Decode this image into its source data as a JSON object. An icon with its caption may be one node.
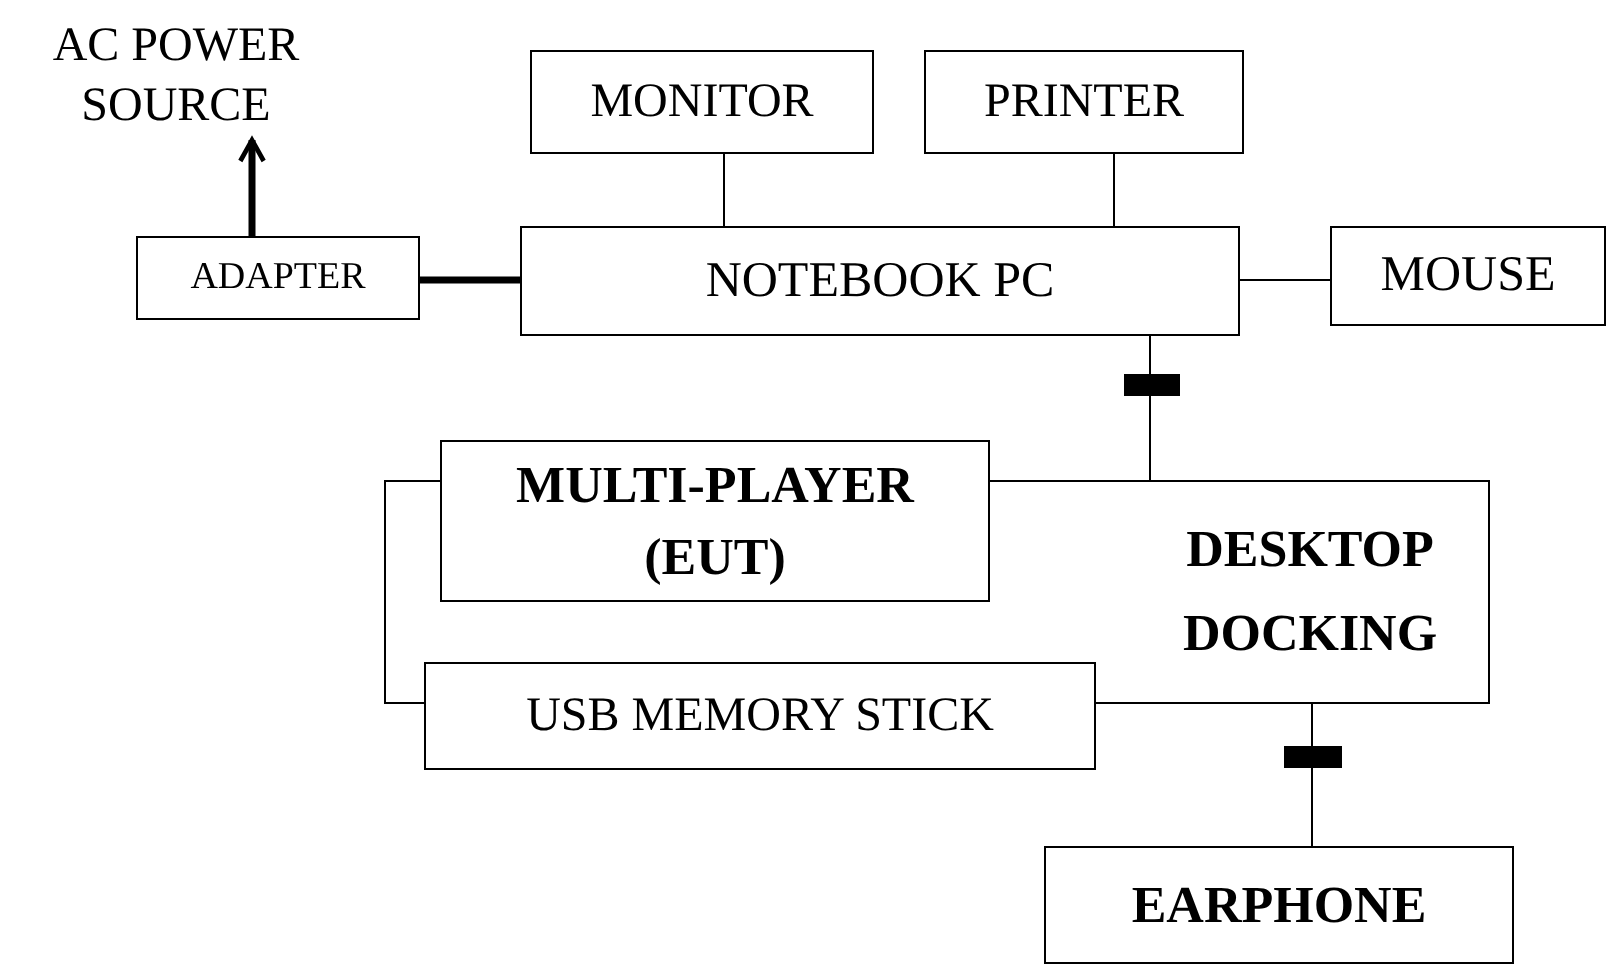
{
  "diagram": {
    "nodes": [
      {
        "text": [
          "AC POWER SOURCE"
        ]
      },
      {
        "text": [
          "MONITOR"
        ]
      },
      {
        "text": [
          "PRINTER"
        ]
      },
      {
        "text": [
          "ADAPTER"
        ]
      },
      {
        "text": [
          "NOTEBOOK PC"
        ]
      },
      {
        "text": [
          "MOUSE"
        ]
      },
      {
        "text": [
          "DESKTOP DOCKING"
        ]
      },
      {
        "text": [
          "MULTI-PLAYER (EUT)"
        ]
      },
      {
        "text": [
          "USB MEMORY STICK"
        ]
      },
      {
        "text": [
          "EARPHONE"
        ]
      }
    ],
    "edges": [
      {
        "from": 3,
        "to": 0,
        "arrow": "to",
        "style": "thick"
      },
      {
        "from": 3,
        "to": 4,
        "arrow": "none",
        "style": "thick"
      },
      {
        "from": 1,
        "to": 4,
        "arrow": "none"
      },
      {
        "from": 2,
        "to": 4,
        "arrow": "none"
      },
      {
        "from": 4,
        "to": 5,
        "arrow": "none"
      },
      {
        "from": 4,
        "to": 6,
        "arrow": "none"
      },
      {
        "from": 6,
        "to": 9,
        "arrow": "none"
      }
    ]
  }
}
